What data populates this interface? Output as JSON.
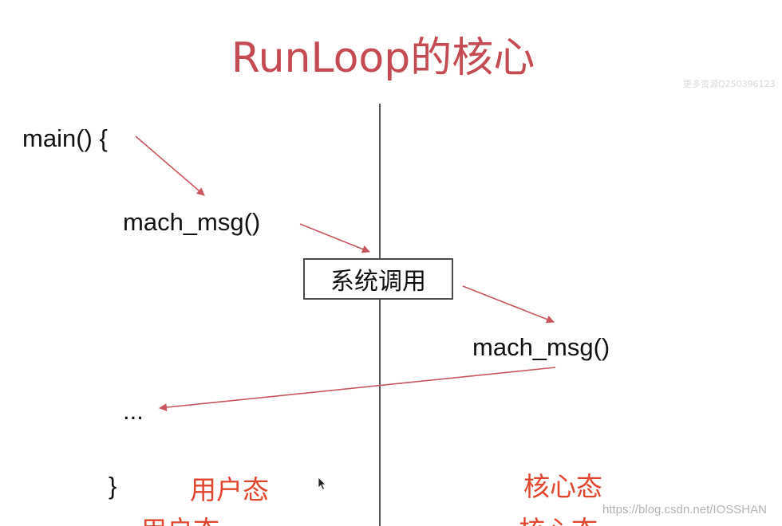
{
  "title": "RunLoop的核心",
  "watermark_top": "更多资源Q250396123",
  "code": {
    "main_open": "main() {",
    "mach_msg_user": "mach_msg()",
    "mach_msg_kernel": "mach_msg()",
    "ellipsis": "...",
    "close_brace": "}"
  },
  "syscall_box": "系统调用",
  "modes": {
    "user": "用户态",
    "kernel": "核心态"
  },
  "watermark_bottom": "https://blog.csdn.net/IOSSHAN",
  "colors": {
    "title": "#c44b52",
    "arrow": "#c9565e",
    "mode_label": "#e2452e",
    "divider": "#555555"
  },
  "icons": {
    "cursor": "mouse-pointer-icon"
  }
}
